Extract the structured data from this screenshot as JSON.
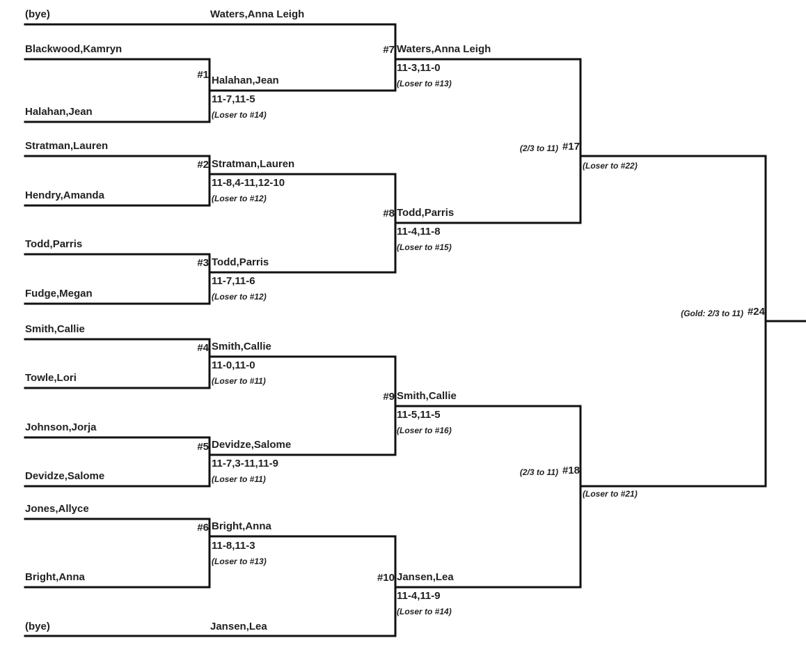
{
  "round1": {
    "bye_top": "(bye)",
    "bye_bottom": "(bye)",
    "m1": {
      "top": "Blackwood,Kamryn",
      "bottom": "Halahan,Jean",
      "num": "#1",
      "winner": "Halahan,Jean",
      "score": "11-7,11-5",
      "note": "(Loser to #14)"
    },
    "m2": {
      "top": "Stratman,Lauren",
      "bottom": "Hendry,Amanda",
      "num": "#2",
      "winner": "Stratman,Lauren",
      "score": "11-8,4-11,12-10",
      "note": "(Loser to #12)"
    },
    "m3": {
      "top": "Todd,Parris",
      "bottom": "Fudge,Megan",
      "num": "#3",
      "winner": "Todd,Parris",
      "score": "11-7,11-6",
      "note": "(Loser to #12)"
    },
    "m4": {
      "top": "Smith,Callie",
      "bottom": "Towle,Lori",
      "num": "#4",
      "winner": "Smith,Callie",
      "score": "11-0,11-0",
      "note": "(Loser to #11)"
    },
    "m5": {
      "top": "Johnson,Jorja",
      "bottom": "Devidze,Salome",
      "num": "#5",
      "winner": "Devidze,Salome",
      "score": "11-7,3-11,11-9",
      "note": "(Loser to #11)"
    },
    "m6": {
      "top": "Jones,Allyce",
      "bottom": "Bright,Anna",
      "num": "#6",
      "winner": "Bright,Anna",
      "score": "11-8,11-3",
      "note": "(Loser to #13)"
    }
  },
  "round2": {
    "advance_top": "Waters,Anna Leigh",
    "advance_bottom": "Jansen,Lea",
    "m7": {
      "num": "#7",
      "winner": "Waters,Anna Leigh",
      "score": "11-3,11-0",
      "note": "(Loser to #13)"
    },
    "m8": {
      "num": "#8",
      "winner": "Todd,Parris",
      "score": "11-4,11-8",
      "note": "(Loser to #15)"
    },
    "m9": {
      "num": "#9",
      "winner": "Smith,Callie",
      "score": "11-5,11-5",
      "note": "(Loser to #16)"
    },
    "m10": {
      "num": "#10",
      "winner": "Jansen,Lea",
      "score": "11-4,11-9",
      "note": "(Loser to #14)"
    }
  },
  "semis": {
    "m17": {
      "num": "#17",
      "format": "(2/3 to 11)",
      "note": "(Loser to #22)"
    },
    "m18": {
      "num": "#18",
      "format": "(2/3 to 11)",
      "note": "(Loser to #21)"
    }
  },
  "final": {
    "m24": {
      "num": "#24",
      "format": "(Gold: 2/3 to 11)"
    }
  },
  "colors": {
    "line": "#111111",
    "text": "#222222"
  }
}
